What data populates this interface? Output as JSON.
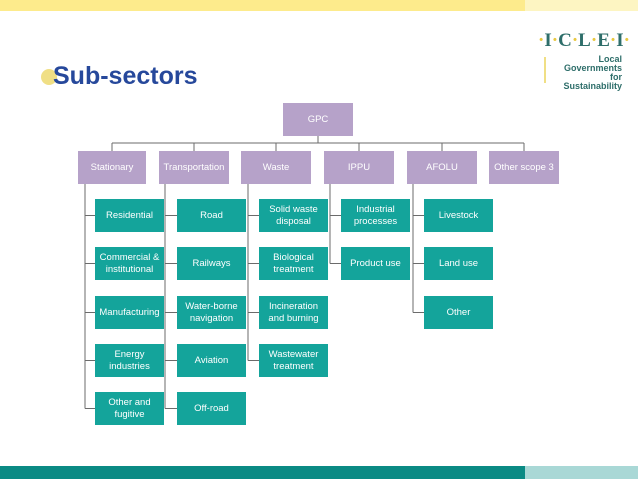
{
  "title": "Sub-sectors",
  "logo": {
    "letters": [
      "I",
      "C",
      "L",
      "E",
      "I"
    ],
    "tagline": [
      "Local",
      "Governments",
      "for Sustainability"
    ]
  },
  "diagram": {
    "root": "GPC",
    "sectors": [
      {
        "label": "Stationary",
        "children": [
          "Residential",
          "Commercial & institutional",
          "Manufacturing",
          "Energy industries",
          "Other and fugitive"
        ]
      },
      {
        "label": "Transportation",
        "children": [
          "Road",
          "Railways",
          "Water-borne navigation",
          "Aviation",
          "Off-road"
        ]
      },
      {
        "label": "Waste",
        "children": [
          "Solid waste disposal",
          "Biological treatment",
          "Incineration and burning",
          "Wastewater treatment"
        ]
      },
      {
        "label": "IPPU",
        "children": [
          "Industrial processes",
          "Product use"
        ]
      },
      {
        "label": "AFOLU",
        "children": [
          "Livestock",
          "Land use",
          "Other"
        ]
      },
      {
        "label": "Other scope 3",
        "children": []
      }
    ]
  },
  "colors": {
    "title": "#26489b",
    "purple_box": "#b6a2c9",
    "teal_box": "#14a49b",
    "top_bar": "#fdeb8c",
    "bottom_bar": "#0a8a84"
  }
}
